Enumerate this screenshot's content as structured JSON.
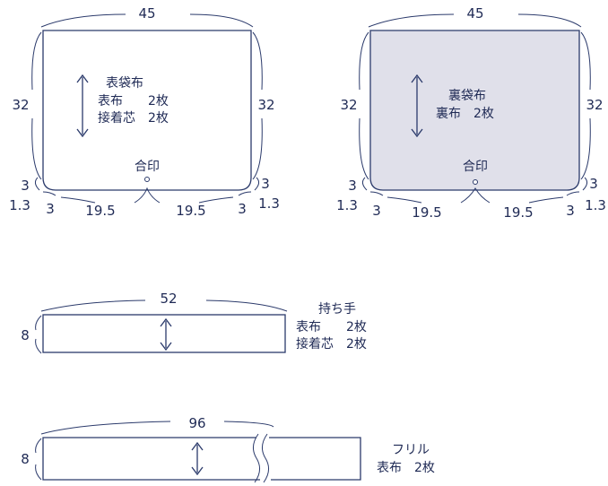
{
  "colors": {
    "line": "#2b3a6b",
    "text": "#1f2a55",
    "lining_fill": "#e0e0ea"
  },
  "outer_bag": {
    "width": "45",
    "height": "32",
    "title": "表袋布",
    "row1": "表布　　2枚",
    "row2": "接着芯　2枚",
    "mark": "合印",
    "corner": "3",
    "corner_offset": "1.3",
    "half": "19.5"
  },
  "lining_bag": {
    "width": "45",
    "height": "32",
    "title": "裏袋布",
    "row1": "裏布　2枚",
    "mark": "合印",
    "corner": "3",
    "corner_offset": "1.3",
    "half": "19.5"
  },
  "handle": {
    "width": "52",
    "height": "8",
    "title": "持ち手",
    "row1": "表布　　2枚",
    "row2": "接着芯　2枚"
  },
  "frill": {
    "width": "96",
    "height": "8",
    "title": "フリル",
    "row1": "表布　2枚"
  }
}
